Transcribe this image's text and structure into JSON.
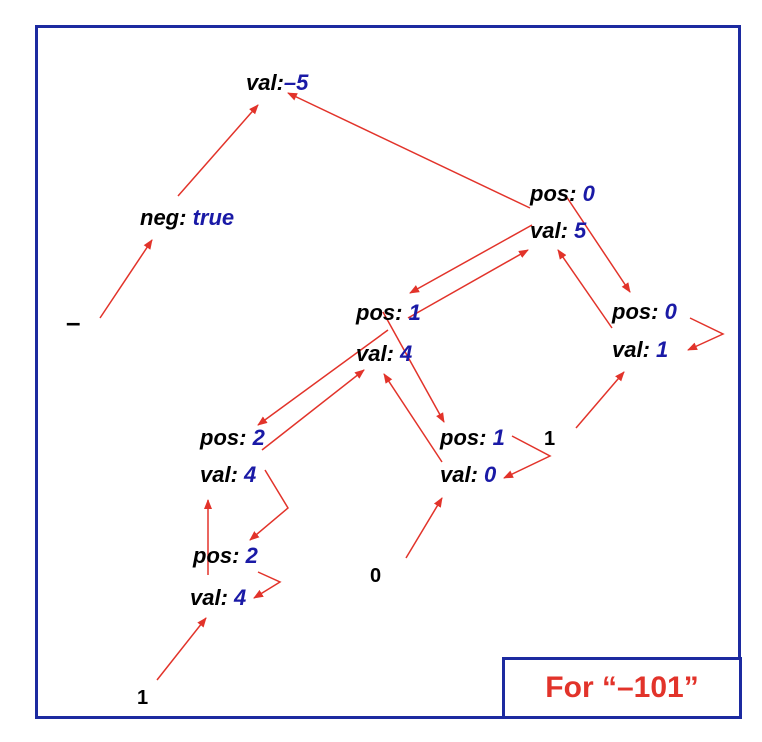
{
  "nodes": {
    "root": {
      "val_key": "val:",
      "val": "–5"
    },
    "neg": {
      "neg_key": "neg:",
      "neg": "true"
    },
    "n_top": {
      "pos_key": "pos:",
      "pos": "0",
      "val_key": "val:",
      "val": "5"
    },
    "n_mid": {
      "pos_key": "pos:",
      "pos": "1",
      "val_key": "val:",
      "val": "4"
    },
    "n_right": {
      "pos_key": "pos:",
      "pos": "0",
      "val_key": "val:",
      "val": "1"
    },
    "n_left": {
      "pos_key": "pos:",
      "pos": "2",
      "val_key": "val:",
      "val": "4"
    },
    "n_center": {
      "pos_key": "pos:",
      "pos": "1",
      "val_key": "val:",
      "val": "0"
    },
    "n_bottom": {
      "pos_key": "pos:",
      "pos": "2",
      "val_key": "val:",
      "val": "4"
    }
  },
  "tokens": {
    "minus": "–",
    "one_bottom": "1",
    "zero": "0",
    "one_mid": "1"
  },
  "caption": "For “–101”",
  "colors": {
    "frame": "#1c2aa0",
    "arrow": "#e2332a",
    "value": "#1a1aa6",
    "caption": "#e2332a"
  }
}
